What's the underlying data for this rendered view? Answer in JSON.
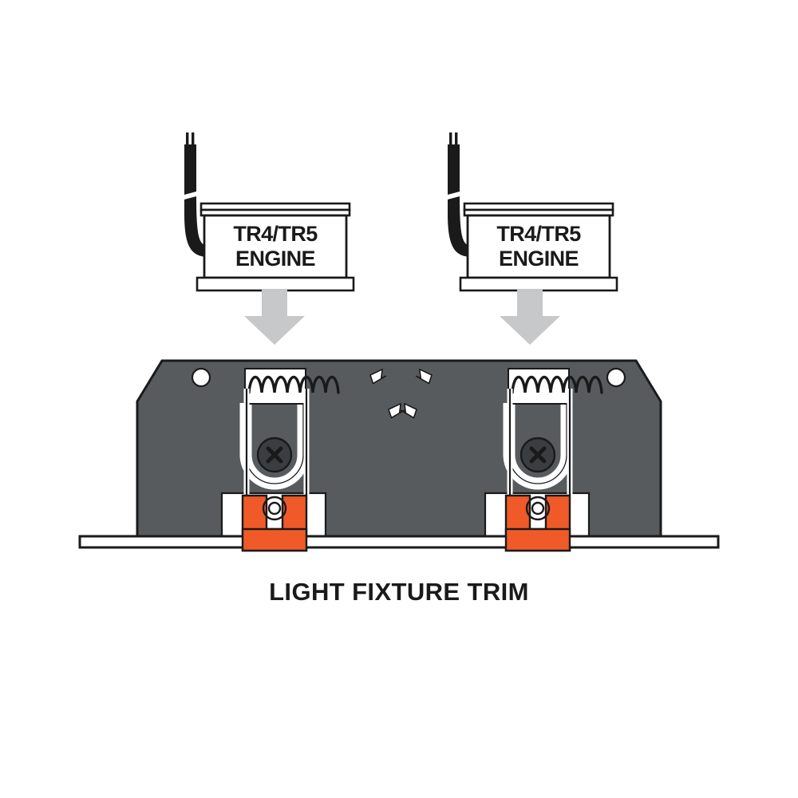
{
  "diagram": {
    "title": "LIGHT FIXTURE TRIM",
    "caption": "LIGHT FIXTURE TRIM",
    "background_color": "#ffffff",
    "colors": {
      "housing_gray": "#575B5E",
      "clip_orange": "#EF5A28",
      "outline_black": "#1a1a1a",
      "arrow_gray": "#C6C8CA",
      "white": "#ffffff",
      "screw_dark": "#3A3E41"
    },
    "modules": [
      {
        "id": "engine-module-left",
        "line1": "TR4/TR5",
        "line2": "ENGINE",
        "wire_label": "power-lead",
        "arrow_label": "install-direction-arrow"
      },
      {
        "id": "engine-module-right",
        "line1": "TR4/TR5",
        "line2": "ENGINE",
        "wire_label": "power-lead",
        "arrow_label": "install-direction-arrow"
      }
    ],
    "housing": {
      "label": "light-fixture-trim-housing",
      "mounting_holes": 2,
      "spring_clips": 2,
      "screws": 2,
      "orange_clips": 2,
      "reflector_marks": 4
    },
    "ceiling": {
      "label": "ceiling-plane"
    }
  }
}
